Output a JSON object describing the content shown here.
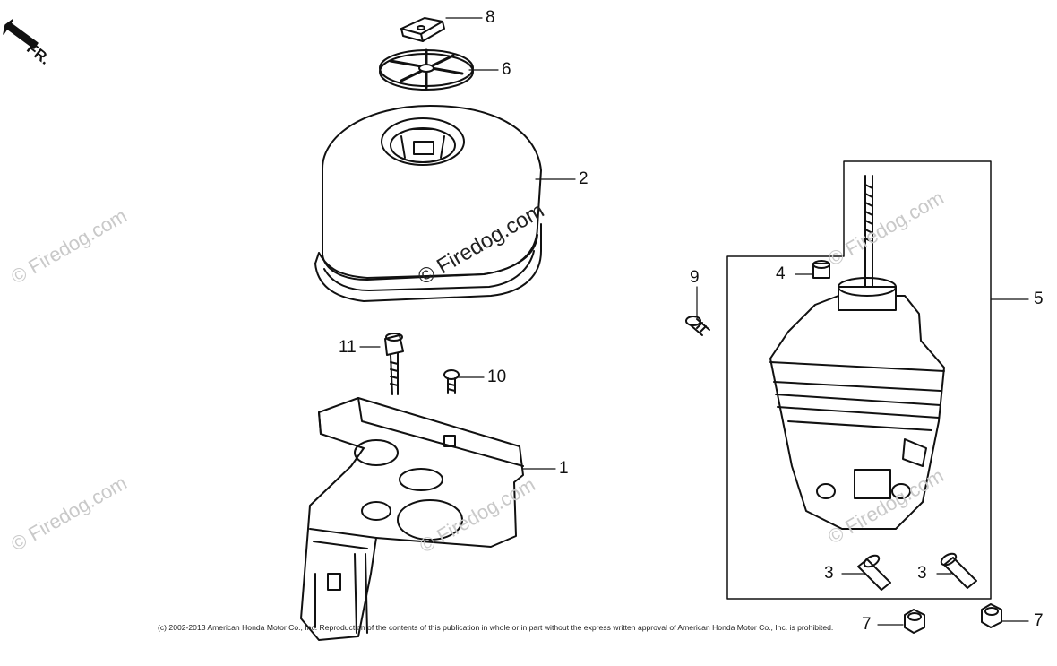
{
  "front_marker": {
    "label": "FR.",
    "icon": "front-arrow-icon"
  },
  "watermarks": {
    "center": "© Firedog.com",
    "left_upper": "© Firedog.com",
    "left_lower": "© Firedog.com",
    "right_upper": "© Firedog.com",
    "right_lower": "© Firedog.com",
    "mid_lower": "© Firedog.com"
  },
  "callouts": {
    "c1": "1",
    "c2": "2",
    "c3a": "3",
    "c3b": "3",
    "c4": "4",
    "c5": "5",
    "c6": "6",
    "c7a": "7",
    "c7b": "7",
    "c8": "8",
    "c9": "9",
    "c10": "10",
    "c11": "11"
  },
  "copyright": "(c) 2002-2013 American Honda Motor Co., Inc. Reproduction of the contents of this publication in whole or in part without the express written approval of American Honda Motor Co., Inc. is prohibited.",
  "colors": {
    "line": "#111111",
    "watermark": "#c9c9c9",
    "background": "#ffffff"
  }
}
